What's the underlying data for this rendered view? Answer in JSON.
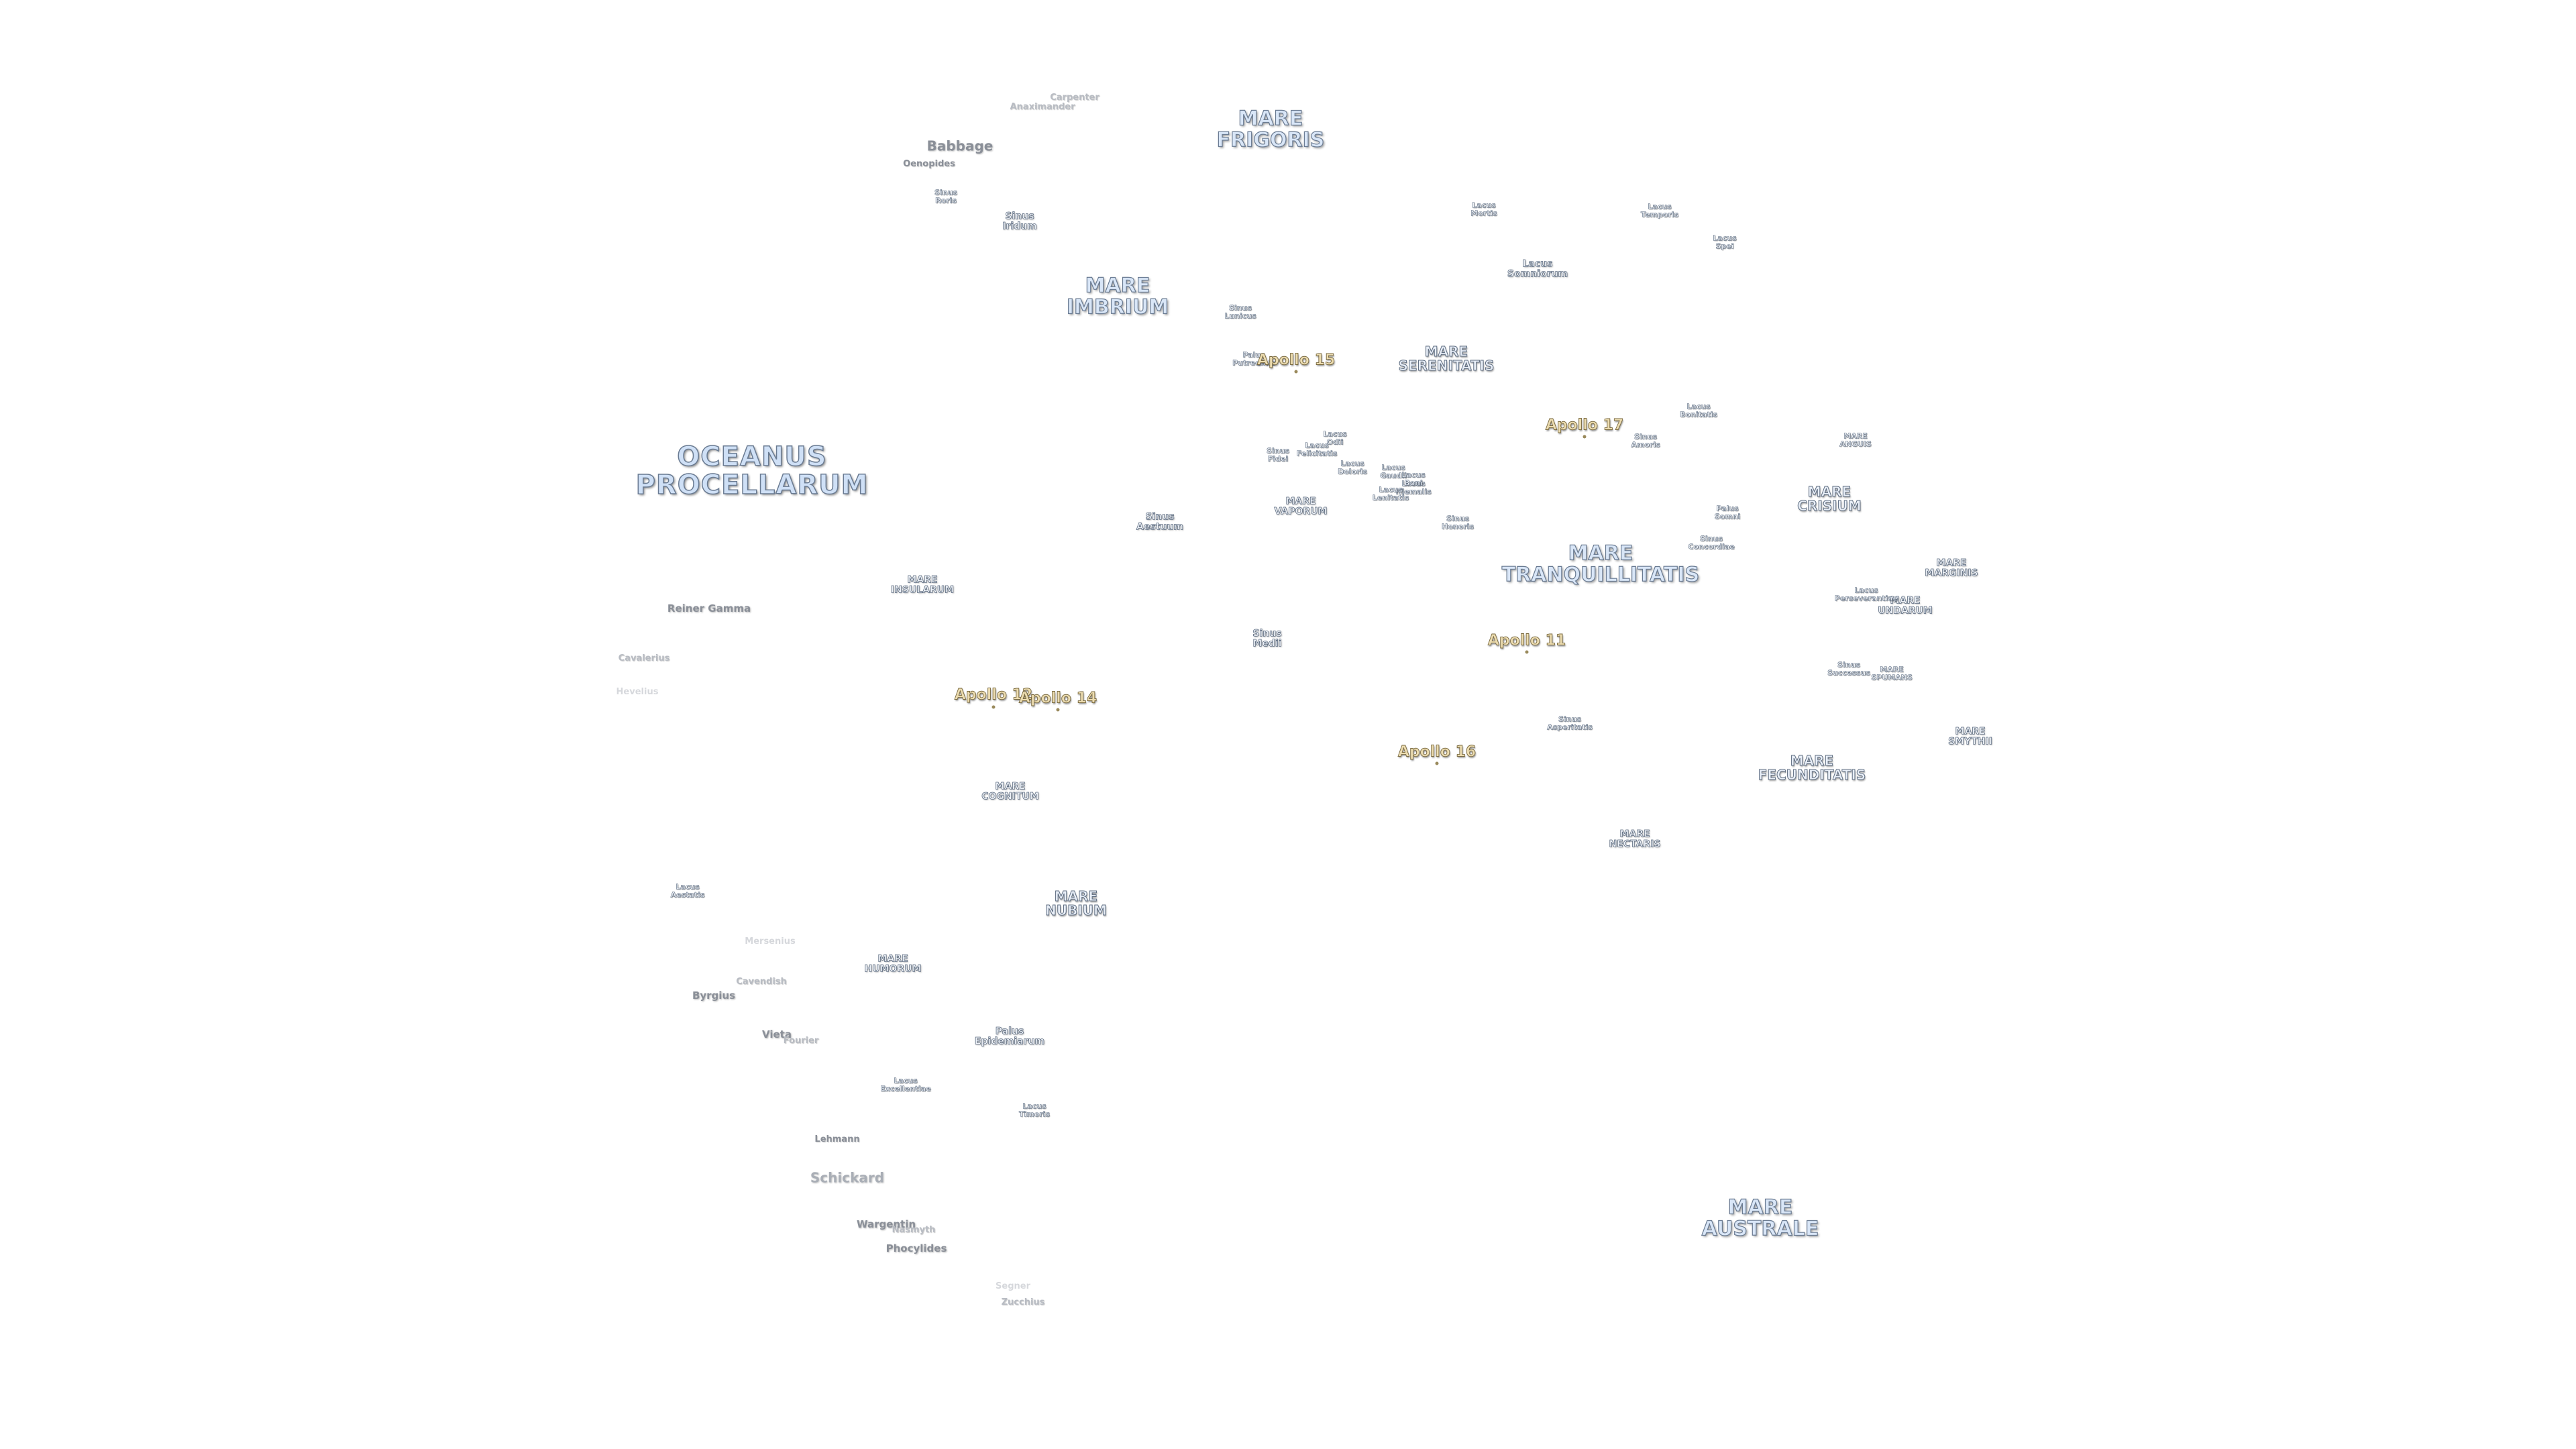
{
  "map_labels": {
    "maria": {
      "oceanus_procellarum": "OCEANUS\nPROCELLARUM",
      "mare_frigoris": "MARE\nFRIGORIS",
      "mare_imbrium": "MARE\nIMBRIUM",
      "mare_serenitatis": "MARE\nSERENITATIS",
      "mare_tranquillitatis": "MARE\nTRANQUILLITATIS",
      "mare_crisium": "MARE\nCRISIUM",
      "mare_fecunditatis": "MARE\nFECUNDITATIS",
      "mare_nubium": "MARE\nNUBIUM",
      "mare_australe": "MARE\nAUSTRALE",
      "mare_insularum": "MARE\nINSULARUM",
      "mare_vaporum": "MARE\nVAPORUM",
      "mare_cognitum": "MARE\nCOGNITUM",
      "mare_humorum": "MARE\nHUMORUM",
      "mare_nectaris": "MARE\nNECTARIS",
      "mare_anguis": "MARE\nANGUIS",
      "mare_marginis": "MARE\nMARGINIS",
      "mare_undarum": "MARE\nUNDARUM",
      "mare_spumans": "MARE\nSPUMANS",
      "mare_smythii": "MARE\nSMYTHII"
    },
    "sinus": {
      "sinus_iridum": "Sinus\nIridum",
      "sinus_roris": "Sinus\nRoris",
      "sinus_aestuum": "Sinus\nAestuum",
      "sinus_medii": "Sinus\nMedii",
      "sinus_asperitatis": "Sinus\nAsperitatis",
      "sinus_amoris": "Sinus\nAmoris",
      "sinus_concordiae": "Sinus\nConcordiae",
      "sinus_successus": "Sinus\nSuccessus",
      "sinus_honoris": "Sinus\nHonoris",
      "sinus_fidei": "Sinus\nFidei",
      "sinus_lunicus": "Sinus\nLunicus"
    },
    "lacus_palus": {
      "lacus_somniorum": "Lacus\nSomniorum",
      "lacus_mortis": "Lacus\nMortis",
      "lacus_temporis": "Lacus\nTemporis",
      "lacus_spei": "Lacus\nSpei",
      "lacus_bonitatis": "Lacus\nBonitatis",
      "palus_somni": "Palus\nSomni",
      "lacus_perseverantiae": "Lacus\nPerseverantiae",
      "palus_epidemiarum": "Palus\nEpidemiarum",
      "lacus_excellentiae": "Lacus\nExcellentiae",
      "lacus_timoris": "Lacus\nTimoris",
      "lacus_aestatis": "Lacus\nAestatis",
      "palus_putredinis": "Palus\nPutredinis",
      "lacus_odii": "Lacus\nOdii",
      "lacus_felicitatis": "Lacus\nFelicitatis",
      "lacus_doloris": "Lacus\nDoloris",
      "lacus_gaudii": "Lacus\nGaudii",
      "lacus_hiemalis": "Lacus\nHiemalis",
      "lacus_lenitatis": "Lacus\nLenitatis",
      "lacus_boni": "Lacus\nBoni"
    },
    "craters": {
      "babbage": "Babbage",
      "oenopides": "Oenopides",
      "carpenter": "Carpenter",
      "anaximander": "Anaximander",
      "reiner_gamma": "Reiner Gamma",
      "cavalerius": "Cavalerius",
      "hevelius": "Hevelius",
      "mersenius": "Mersenius",
      "cavendish": "Cavendish",
      "byrgius": "Byrgius",
      "vieta": "Vieta",
      "fourier": "Fourier",
      "lehmann": "Lehmann",
      "schickard": "Schickard",
      "wargentin": "Wargentin",
      "nasmyth": "Nasmyth",
      "phocylides": "Phocylides",
      "zucchius": "Zucchius",
      "segner": "Segner"
    },
    "apollo": {
      "apollo_11": "Apollo 11",
      "apollo_12": "Apollo 12",
      "apollo_14": "Apollo 14",
      "apollo_15": "Apollo 15",
      "apollo_16": "Apollo 16",
      "apollo_17": "Apollo 17"
    }
  }
}
